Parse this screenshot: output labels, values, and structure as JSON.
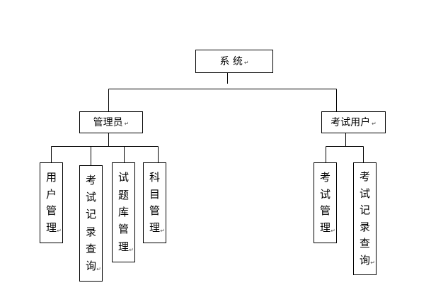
{
  "root": {
    "label": "系 统",
    "mark": "↵"
  },
  "branches": [
    {
      "label": "管理员",
      "mark": "↵",
      "children": [
        {
          "chars": [
            "用",
            "户",
            "管",
            "理"
          ],
          "mark": "↵"
        },
        {
          "chars": [
            "考",
            "试",
            "记",
            "录",
            "查",
            "询"
          ],
          "mark": "↵"
        },
        {
          "chars": [
            "试",
            "题",
            "库",
            "管",
            "理"
          ],
          "mark": "↵"
        },
        {
          "chars": [
            "科",
            "目",
            "管",
            "理"
          ],
          "mark": "↵"
        }
      ]
    },
    {
      "label": "考试用户",
      "mark": "↵",
      "children": [
        {
          "chars": [
            "考",
            "试",
            "管",
            "理"
          ],
          "mark": "↵"
        },
        {
          "chars": [
            "考",
            "试",
            "记",
            "录",
            "查",
            "询"
          ],
          "mark": "↵"
        }
      ]
    }
  ]
}
